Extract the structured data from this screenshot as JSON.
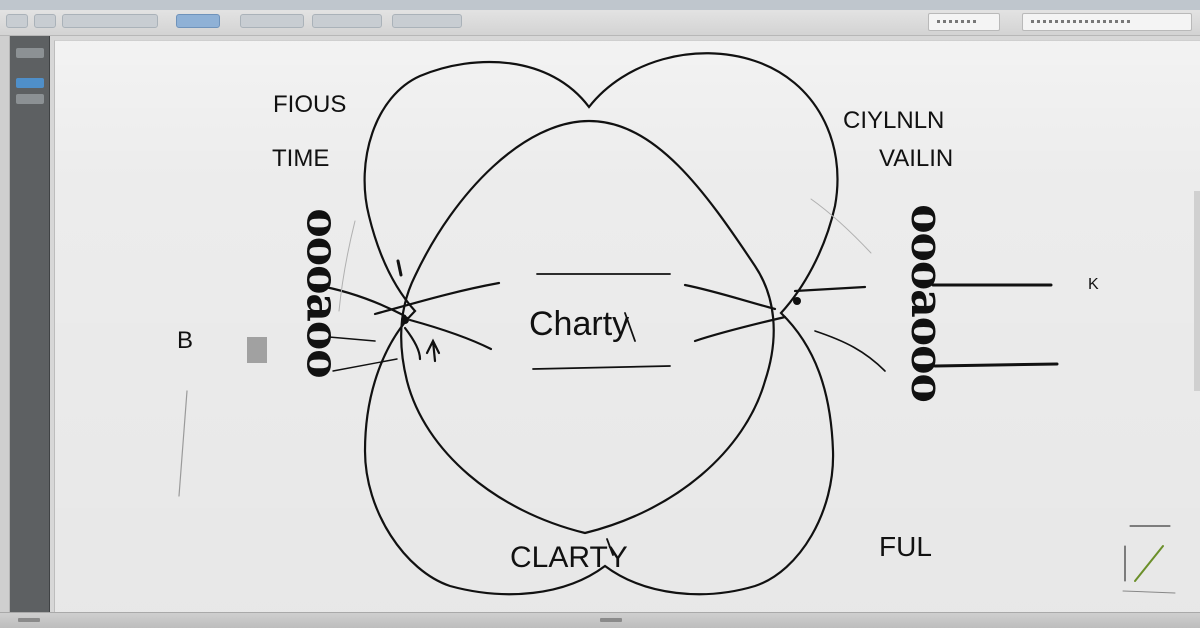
{
  "colors": {
    "ink": "#111111",
    "canvas": "#ececec",
    "panel": "#5d6062",
    "accent": "#4f8fc9"
  },
  "toolbar": {
    "icons": [
      "menu-icon",
      "tab-icon",
      "tab-icon",
      "tab-icon",
      "tab-icon"
    ]
  },
  "diagram": {
    "labels": {
      "top_left_1": "FIOUS",
      "top_left_2": "TIME",
      "left_b": "B",
      "top_right_1": "CIYLNLN",
      "top_right_2": "VAILIN",
      "right_small": "K",
      "center": "Charty",
      "bottom_center": "CLARTY",
      "bottom_right": "FUL"
    },
    "vertical_left": "oooaoo",
    "vertical_right": "oooaooo"
  }
}
